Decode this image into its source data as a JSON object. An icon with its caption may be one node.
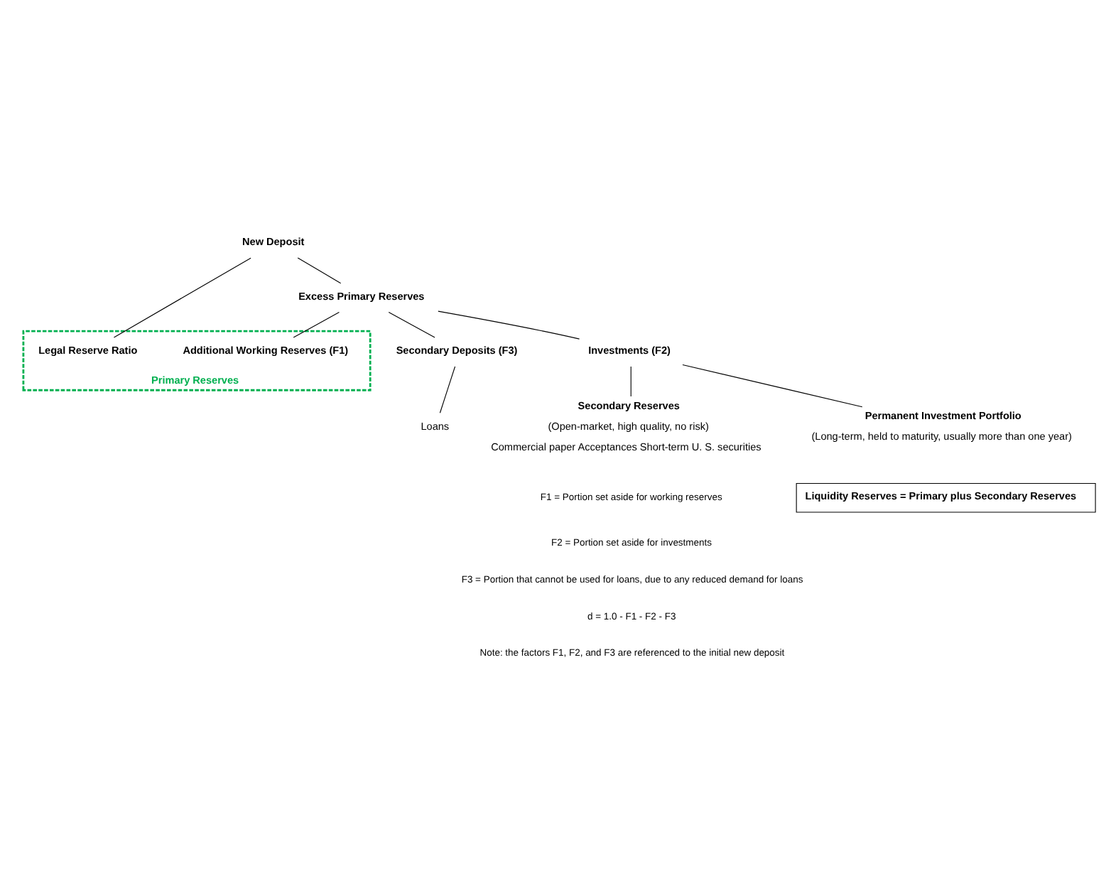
{
  "diagram": {
    "nodes": [
      {
        "text": [
          "New Deposit"
        ]
      },
      {
        "text": [
          "Excess Primary Reserves"
        ]
      },
      {
        "text": [
          "Primary Reserves"
        ]
      },
      {
        "text": [
          "Legal Reserve Ratio"
        ],
        "in": 2
      },
      {
        "text": [
          "Secondary Deposits (F3)"
        ]
      },
      {
        "text": [
          "Investments (F2)"
        ]
      },
      {
        "text": [
          "Additional Working Reserves (F1)"
        ],
        "in": 2
      },
      {
        "text": [
          "Loans"
        ]
      },
      {
        "text": [
          "Secondary Reserves",
          "(Open-market, high quality, no risk)",
          "Commercial paper Acceptances Short-term U. S. securities"
        ]
      },
      {
        "text": [
          "Permanent Investment Portfolio",
          "(Long-term, held to maturity, usually more than one year)"
        ]
      },
      {
        "text": [
          "Liquidity Reserves = Primary plus Secondary Reserves"
        ]
      }
    ],
    "edges": [
      {
        "from": 0,
        "to": 1,
        "arrow": "none"
      },
      {
        "from": 0,
        "to": 3,
        "arrow": "none"
      },
      {
        "from": 1,
        "to": 4,
        "arrow": "none"
      },
      {
        "from": 1,
        "to": 5,
        "arrow": "none"
      },
      {
        "from": 1,
        "to": 6,
        "arrow": "none"
      },
      {
        "from": 4,
        "to": 7,
        "arrow": "none"
      },
      {
        "from": 5,
        "to": 8,
        "arrow": "none"
      },
      {
        "from": 5,
        "to": 9,
        "arrow": "none"
      }
    ],
    "labels": [
      "F1 = Portion set aside for working reserves",
      "F2 = Portion set aside for investments",
      "F3 = Portion that cannot be used for loans, due to any reduced demand for loans",
      "d = 1.0 - F1 - F2 - F3",
      "Note: the factors F1, F2, and F3 are referenced to the initial new deposit"
    ]
  }
}
